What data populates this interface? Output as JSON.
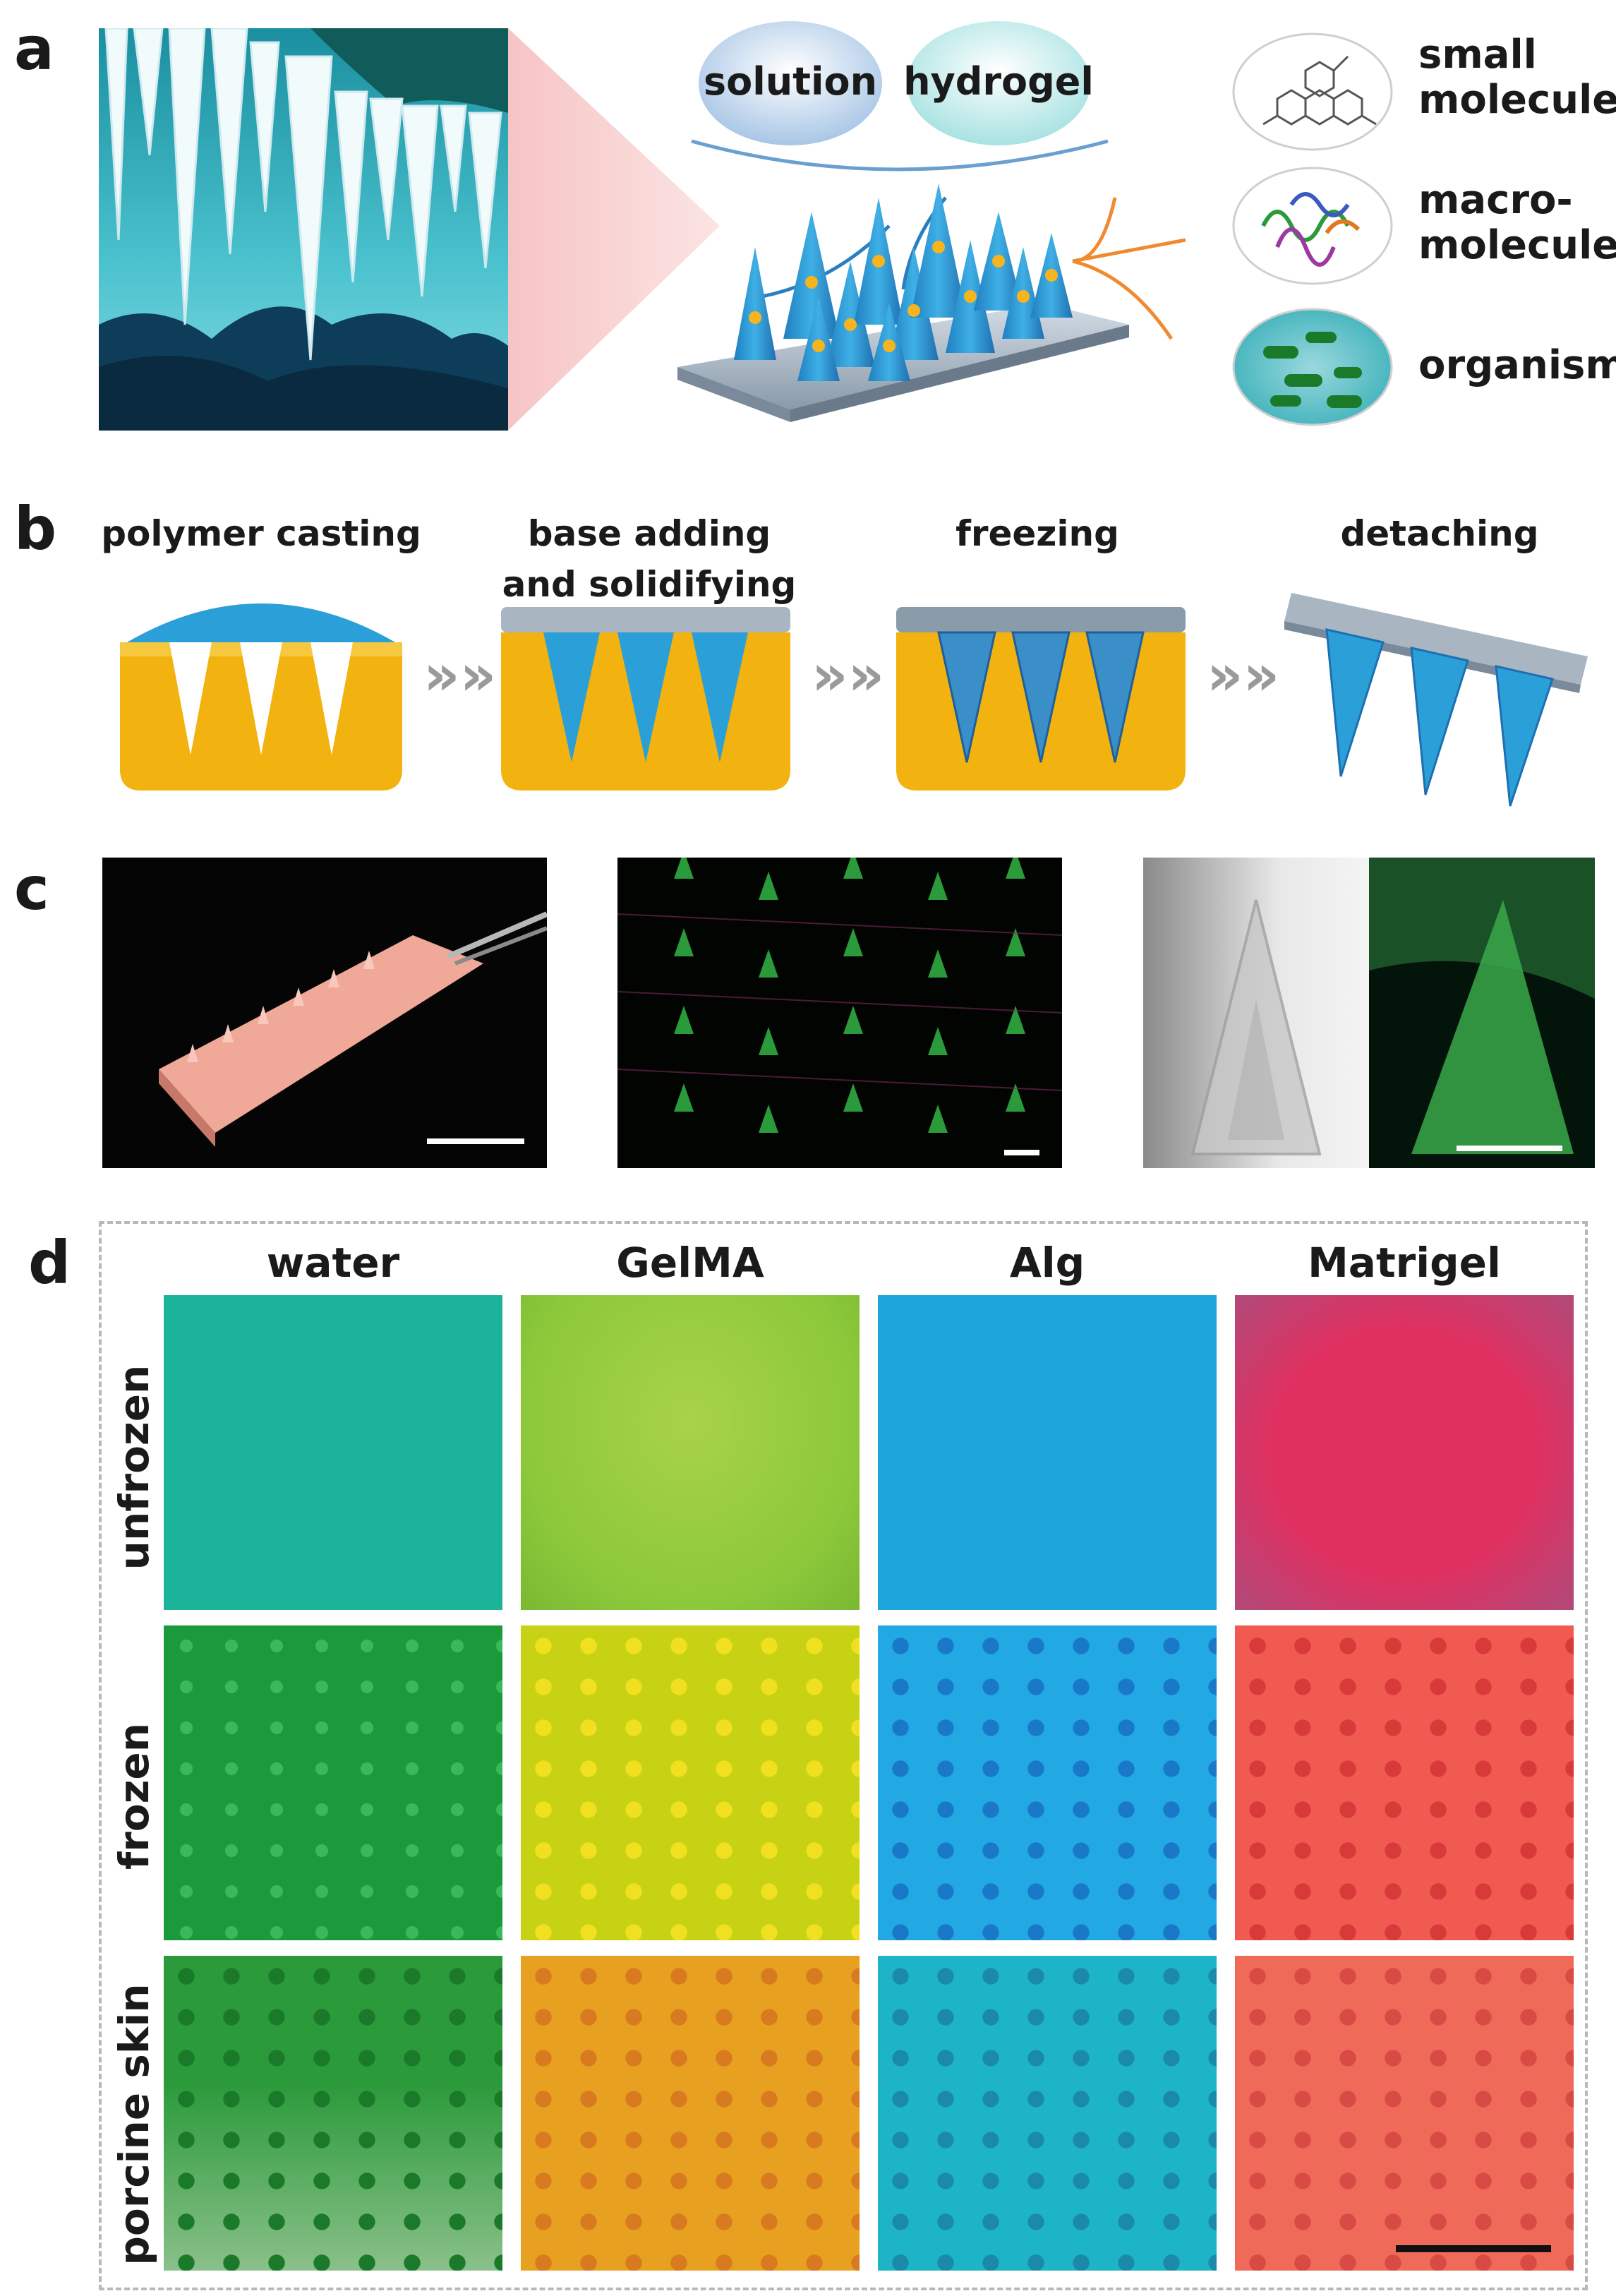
{
  "panels": {
    "a": {
      "letter": "a",
      "bubbles": [
        "solution",
        "hydrogel"
      ],
      "cargo": [
        {
          "line1": "small",
          "line2": "molecule"
        },
        {
          "line1": "macro-",
          "line2": "molecule"
        },
        {
          "line1": "organism",
          "line2": ""
        }
      ]
    },
    "b": {
      "letter": "b",
      "steps": [
        {
          "line1": "polymer casting",
          "line2": ""
        },
        {
          "line1": "base adding",
          "line2": "and solidifying"
        },
        {
          "line1": "freezing",
          "line2": ""
        },
        {
          "line1": "detaching",
          "line2": ""
        }
      ],
      "arrow_glyph": "»»"
    },
    "c": {
      "letter": "c"
    },
    "d": {
      "letter": "d",
      "columns": [
        "water",
        "GelMA",
        "Alg",
        "Matrigel"
      ],
      "rows": [
        "unfrozen",
        "frozen",
        "porcine skin"
      ]
    }
  },
  "colors": {
    "mold_yellow": "#f2b20f",
    "polymer_blue": "#2a9fd8",
    "base_gray": "#a9b6c2",
    "water": [
      "#1bb39a",
      "#1a9a3a",
      "#2a9a3a"
    ],
    "gelma": [
      "#8cc83a",
      "#c8d214",
      "#e8a020"
    ],
    "alg": [
      "#1ea6dc",
      "#22a8e2",
      "#1eb4c8"
    ],
    "matrigel": [
      "#d8305a",
      "#f05a50",
      "#f06a5a"
    ]
  }
}
